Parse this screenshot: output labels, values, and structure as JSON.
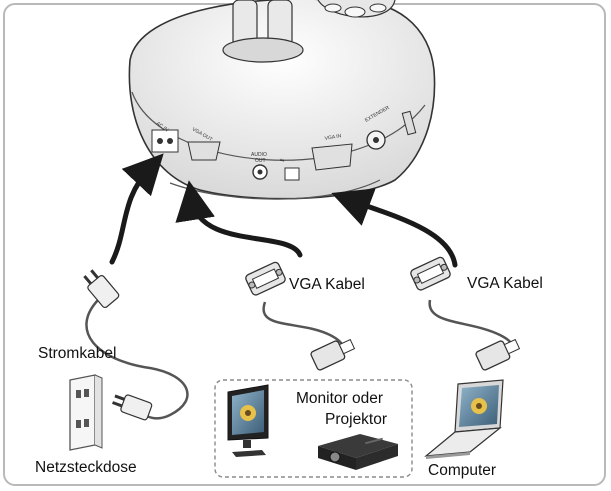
{
  "ports": {
    "ac_in": "AC IN",
    "vga_out": "VGA OUT",
    "audio_out_1": "AUDIO",
    "audio_out_2": "OUT",
    "vga_in": "VGA IN",
    "extender": "EXTENDER"
  },
  "labels": {
    "stromkabel": "Stromkabel",
    "netzsteckdose": "Netzsteckdose",
    "vga_kabel_left": "VGA Kabel",
    "vga_kabel_right": "VGA Kabel",
    "monitor_line1": "Monitor oder",
    "monitor_line2": "Projektor",
    "computer": "Computer"
  },
  "colors": {
    "frame": "#b9b9b9",
    "arrow": "#1a1a1a",
    "device_body": "#f2f2f2",
    "dashed_box": "#8a8a8a"
  }
}
